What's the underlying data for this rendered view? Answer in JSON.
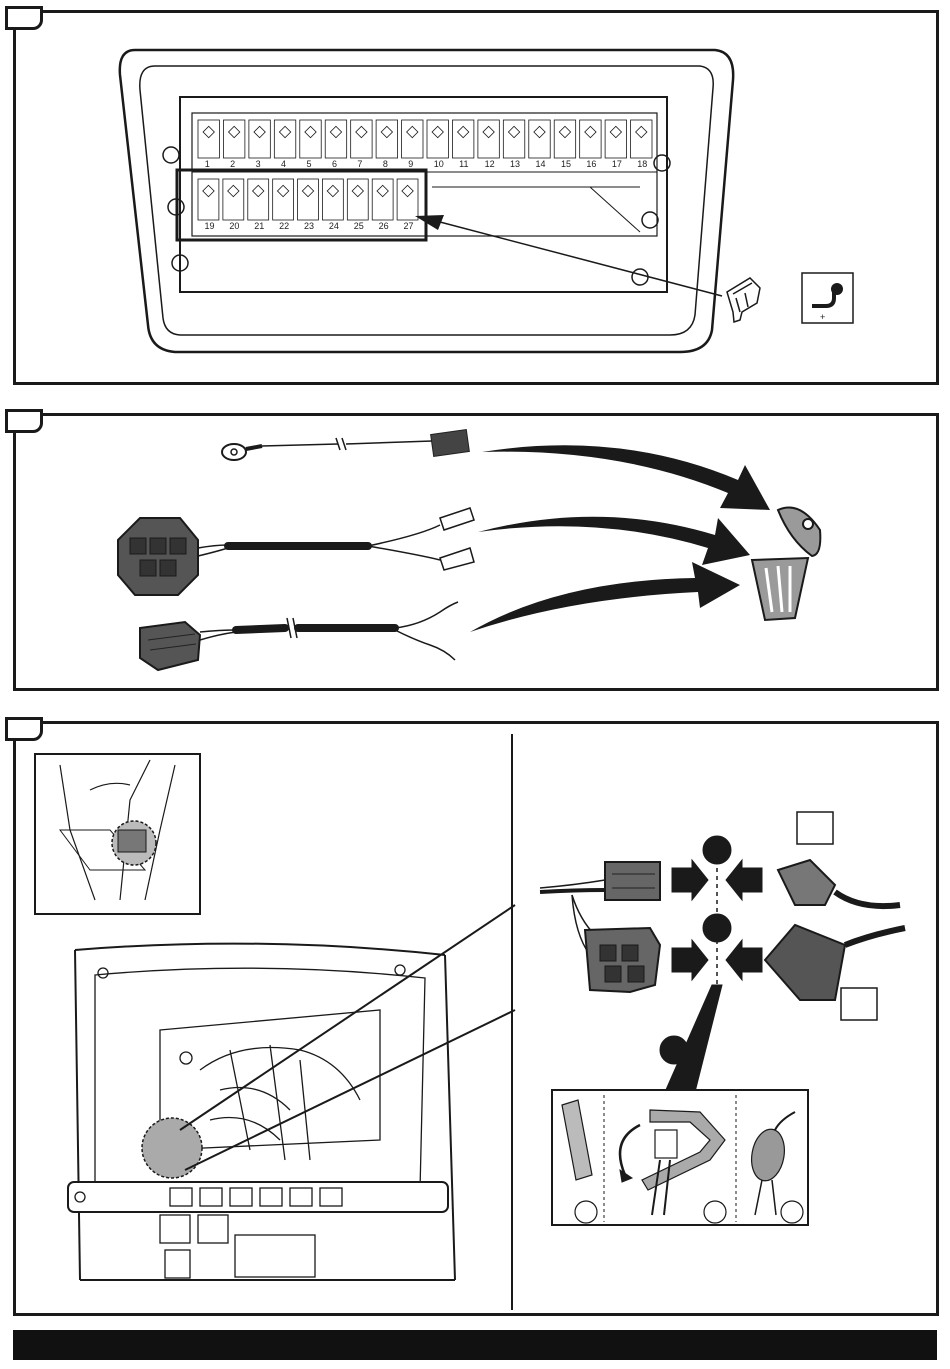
{
  "panels": [
    {
      "id": "step-1"
    },
    {
      "id": "step-2"
    },
    {
      "id": "step-3"
    }
  ],
  "fuse_box": {
    "row1_numbers": [
      "1",
      "2",
      "3",
      "4",
      "5",
      "6",
      "7",
      "8",
      "9",
      "10",
      "11",
      "12",
      "13",
      "14",
      "15",
      "16",
      "17",
      "18"
    ],
    "row2_numbers": [
      "19",
      "20",
      "21",
      "22",
      "23",
      "24",
      "25",
      "26",
      "27"
    ]
  },
  "tow_icon_sign": "+",
  "icons": [
    "fuse-icon",
    "tow-hook-icon",
    "trash-bin-icon",
    "ring-terminal-icon",
    "connector-icon",
    "tape-icon",
    "cable-tie-icon",
    "heat-shrink-icon"
  ],
  "colors": {
    "line": "#1a1a1a",
    "fill_gray": "#9a9a9a",
    "dark": "#333333",
    "background": "#ffffff"
  }
}
